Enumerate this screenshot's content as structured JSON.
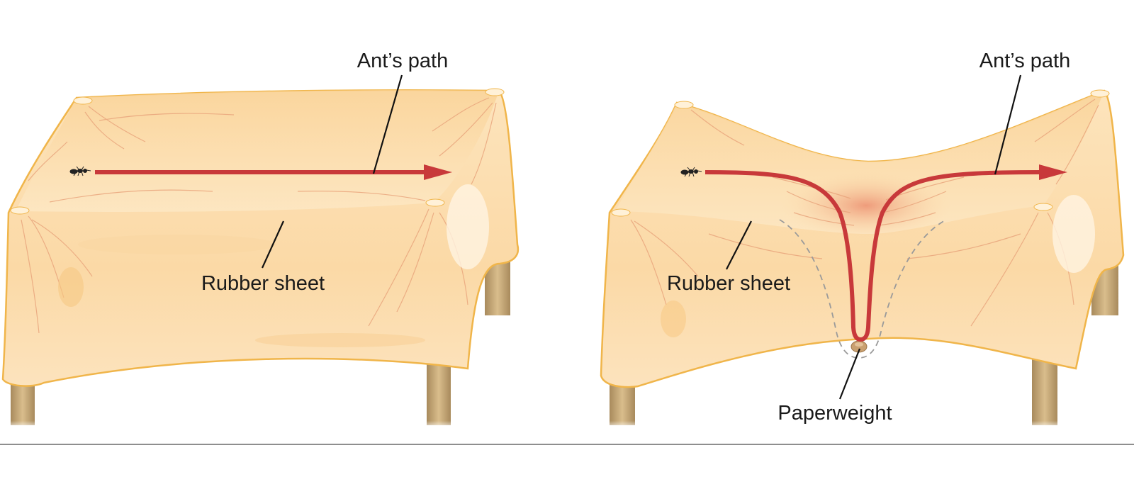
{
  "panels": [
    {
      "id": "flat",
      "labels": {
        "ants_path": "Ant’s path",
        "rubber_sheet": "Rubber sheet"
      }
    },
    {
      "id": "curved",
      "labels": {
        "ants_path": "Ant’s path",
        "rubber_sheet": "Rubber sheet",
        "paperweight": "Paperweight"
      }
    }
  ],
  "colors": {
    "sheet_fill": "#fbdcaa",
    "sheet_edge": "#f0b54a",
    "sheet_crease": "#e8a27a",
    "table_leg": "#c8a877",
    "path_arrow": "#c8393a",
    "dip_shade": "#f0a389",
    "leader_line": "#111111",
    "dashed_outline": "#9a9a9a",
    "baseline": "#4a4a4a"
  }
}
